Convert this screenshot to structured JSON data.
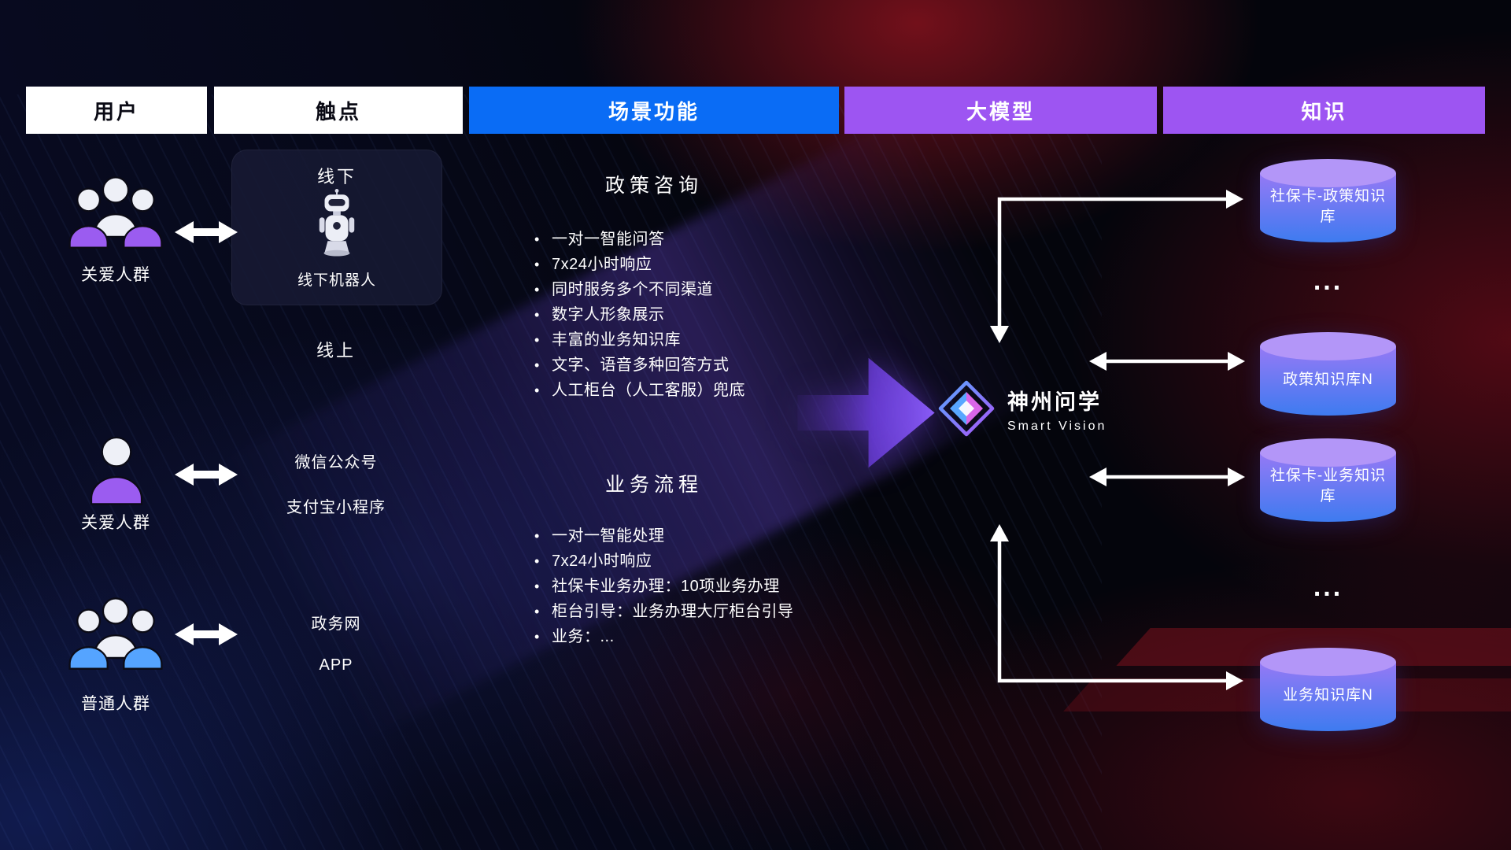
{
  "header": {
    "columns": [
      {
        "label": "用户"
      },
      {
        "label": "触点"
      },
      {
        "label": "场景功能"
      },
      {
        "label": "大模型"
      },
      {
        "label": "知识"
      }
    ]
  },
  "users": [
    {
      "label": "关爱人群",
      "icon": "group-people-purple"
    },
    {
      "label": "关爱人群",
      "icon": "single-person-purple"
    },
    {
      "label": "普通人群",
      "icon": "group-people-blue"
    }
  ],
  "touchpoints": {
    "offline_title": "线下",
    "offline_robot_label": "线下机器人",
    "online_title": "线上",
    "wechat_label": "微信公众号",
    "alipay_label": "支付宝小程序",
    "gov_web_label": "政务网",
    "app_label": "APP"
  },
  "scenarios": [
    {
      "title": "政策咨询",
      "items": [
        "一对一智能问答",
        "7x24小时响应",
        "同时服务多个不同渠道",
        "数字人形象展示",
        "丰富的业务知识库",
        "文字、语音多种回答方式",
        "人工柜台（人工客服）兜底"
      ]
    },
    {
      "title": "业务流程",
      "items": [
        "一对一智能处理",
        "7x24小时响应",
        "社保卡业务办理：10项业务办理",
        "柜台引导：业务办理大厅柜台引导",
        "业务：..."
      ]
    }
  ],
  "model": {
    "name": "神州问学",
    "subtitle": "Smart Vision"
  },
  "knowledge": {
    "items": [
      {
        "label": "社保卡-政策知识库",
        "type": "database"
      },
      {
        "label": "...",
        "type": "ellipsis"
      },
      {
        "label": "政策知识库N",
        "type": "database"
      },
      {
        "label": "社保卡-业务知识库",
        "type": "database"
      },
      {
        "label": "...",
        "type": "ellipsis"
      },
      {
        "label": "业务知识库N",
        "type": "database"
      }
    ]
  },
  "colors": {
    "scenario_header_bg": "#0a6cf5",
    "model_header_bg": "#9d55f2",
    "knowledge_header_bg": "#9d55f2",
    "light_header_bg": "#ffffff",
    "care_group": "#9b5cf0",
    "normal_group": "#55a4ff",
    "cylinder_top": "#b396f8",
    "cylinder_body_top": "#9579f5",
    "cylinder_body_bottom": "#3e7bf0",
    "arrow_white": "#ffffff",
    "big_arrow_purple": "#7b4ff0"
  }
}
